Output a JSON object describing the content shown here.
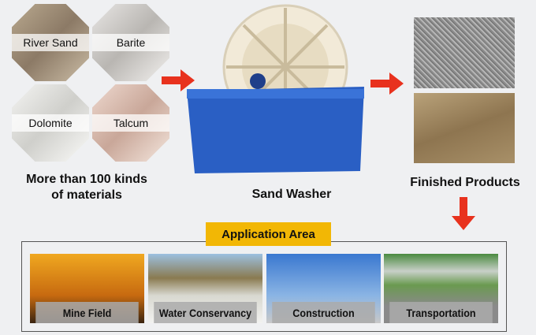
{
  "materials": [
    {
      "label": "River Sand"
    },
    {
      "label": "Barite"
    },
    {
      "label": "Dolomite"
    },
    {
      "label": "Talcum"
    }
  ],
  "materials_caption": [
    "More than 100 kinds",
    "of materials"
  ],
  "machine_label": "Sand Washer",
  "products_label": "Finished Products",
  "application": {
    "title": "Application Area",
    "items": [
      {
        "label": "Mine Field"
      },
      {
        "label": "Water Conservancy"
      },
      {
        "label": "Construction"
      },
      {
        "label": "Transportation"
      }
    ]
  },
  "colors": {
    "arrow": "#e8321e",
    "title_bg": "#f2b705",
    "tank": "#2a5fc4",
    "wheel": "#f2ead8"
  }
}
